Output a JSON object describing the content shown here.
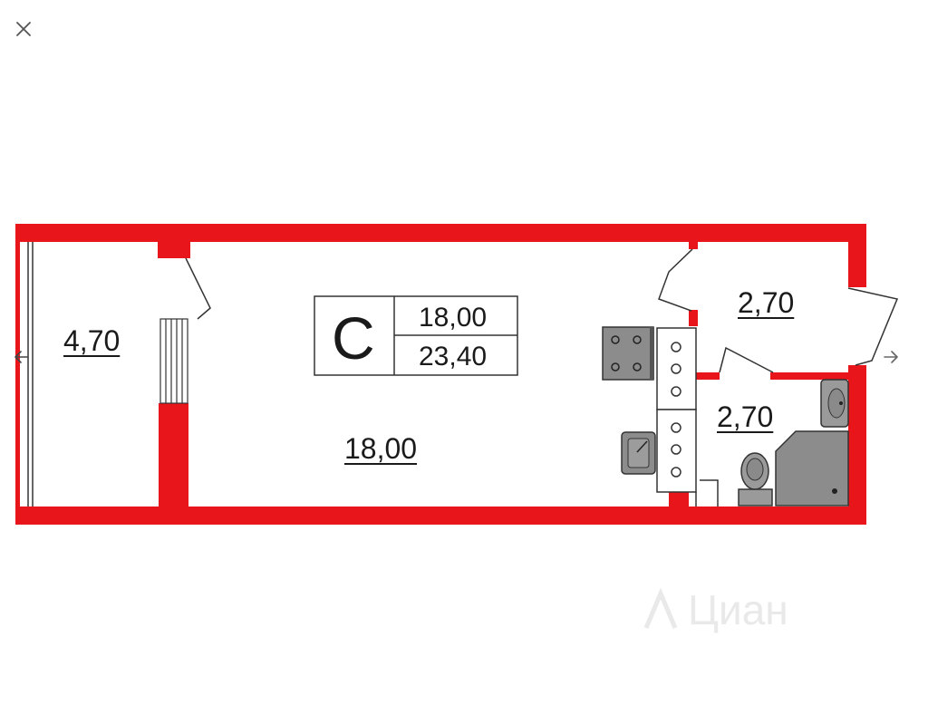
{
  "viewer": {
    "close_icon": "close-icon",
    "prev_icon": "arrow-left-icon",
    "next_icon": "arrow-right-icon"
  },
  "floorplan": {
    "wall_color": "#e8151b",
    "fixture_color": "#8c8c8c",
    "legend": {
      "type_letter": "С",
      "living_area": "18,00",
      "total_area": "23,40"
    },
    "rooms": {
      "balcony_area": "4,70",
      "main_room_area": "18,00",
      "hallway_area": "2,70",
      "bathroom_area": "2,70"
    }
  },
  "watermark": {
    "text": "Циан",
    "icon": "cian-logo-icon"
  }
}
